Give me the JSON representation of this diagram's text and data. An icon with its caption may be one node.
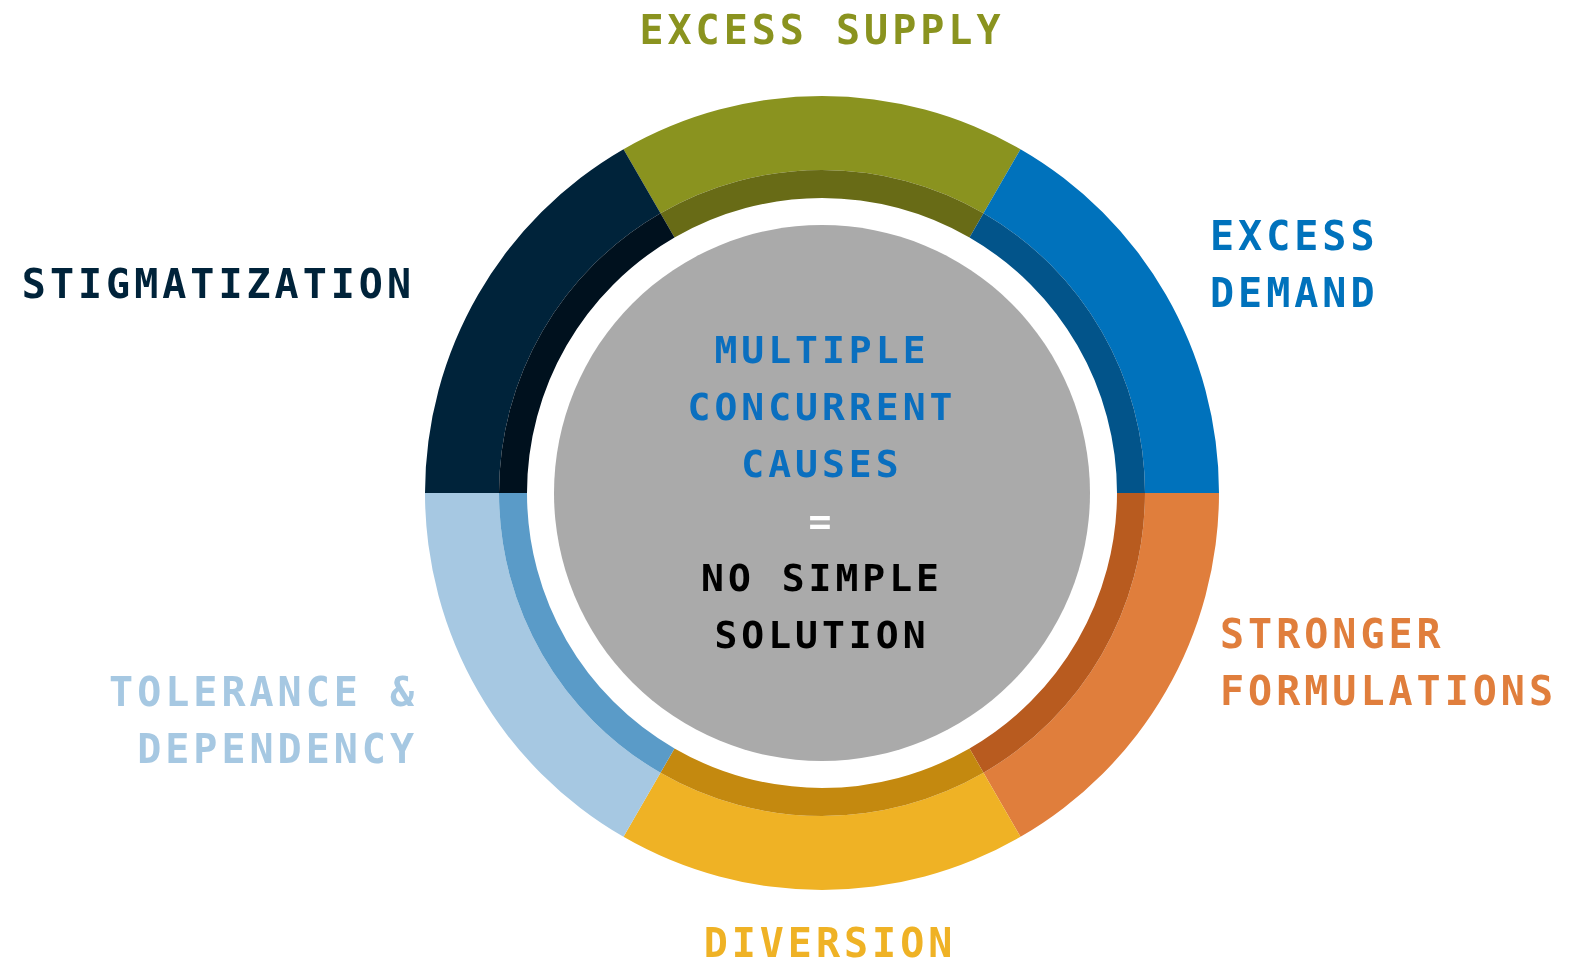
{
  "diagram": {
    "nodes": [
      {
        "text": [
          "EXCESS SUPPLY"
        ]
      },
      {
        "text": [
          "EXCESS DEMAND"
        ]
      },
      {
        "text": [
          "STRONGER FORMULATIONS"
        ]
      },
      {
        "text": [
          "DIVERSION"
        ]
      },
      {
        "text": [
          "TOLERANCE & DEPENDENCY"
        ]
      },
      {
        "text": [
          "STIGMATIZATION"
        ]
      },
      {
        "text": [
          "MULTIPLE CONCURRENT CAUSES",
          "=",
          "NO SIMPLE SOLUTION"
        ]
      }
    ]
  }
}
